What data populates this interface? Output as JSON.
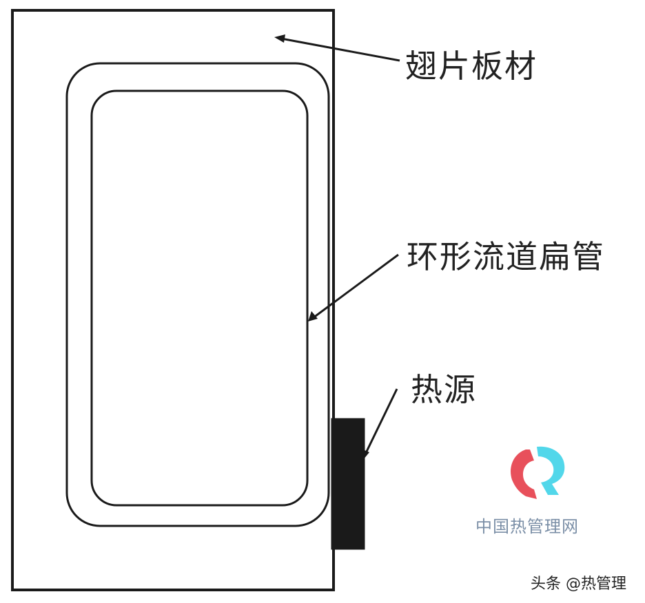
{
  "labels": {
    "fin_plate": "翅片板材",
    "loop_tube": "环形流道扁管",
    "heat_source": "热源"
  },
  "watermark": {
    "text": "中国热管理网",
    "colors": {
      "red": "#e8505b",
      "cyan": "#3fd3e8",
      "gray": "#7a8ea6"
    }
  },
  "credit": "头条 @热管理",
  "colors": {
    "line": "#1a1a1a",
    "heat_source_fill": "#1a1a1a",
    "background": "#ffffff"
  }
}
